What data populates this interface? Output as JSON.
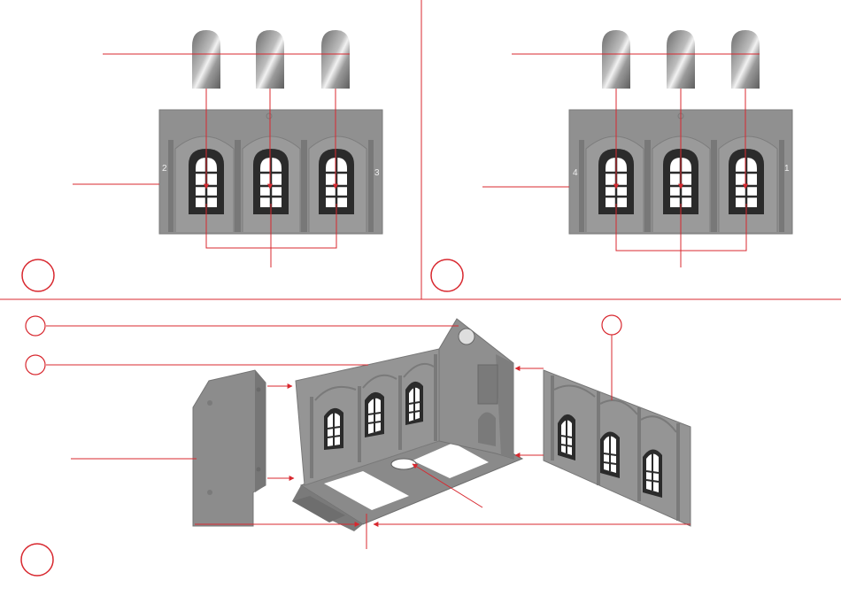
{
  "colors": {
    "accent": "#d8282f",
    "wall": "#909090",
    "wall_dark": "#6e6e6e",
    "window_frame": "#2b2b2b",
    "glass": "#ffffff"
  },
  "panel_a": {
    "step_marker": "",
    "wall_numbers": [
      "2",
      "3"
    ],
    "glazing_labels": [
      "",
      "",
      ""
    ]
  },
  "panel_b": {
    "step_marker": "",
    "wall_numbers": [
      "4",
      "1"
    ],
    "glazing_labels": [
      "",
      "",
      ""
    ]
  },
  "panel_c": {
    "step_marker": "",
    "callout_markers": [
      "",
      "",
      ""
    ]
  }
}
